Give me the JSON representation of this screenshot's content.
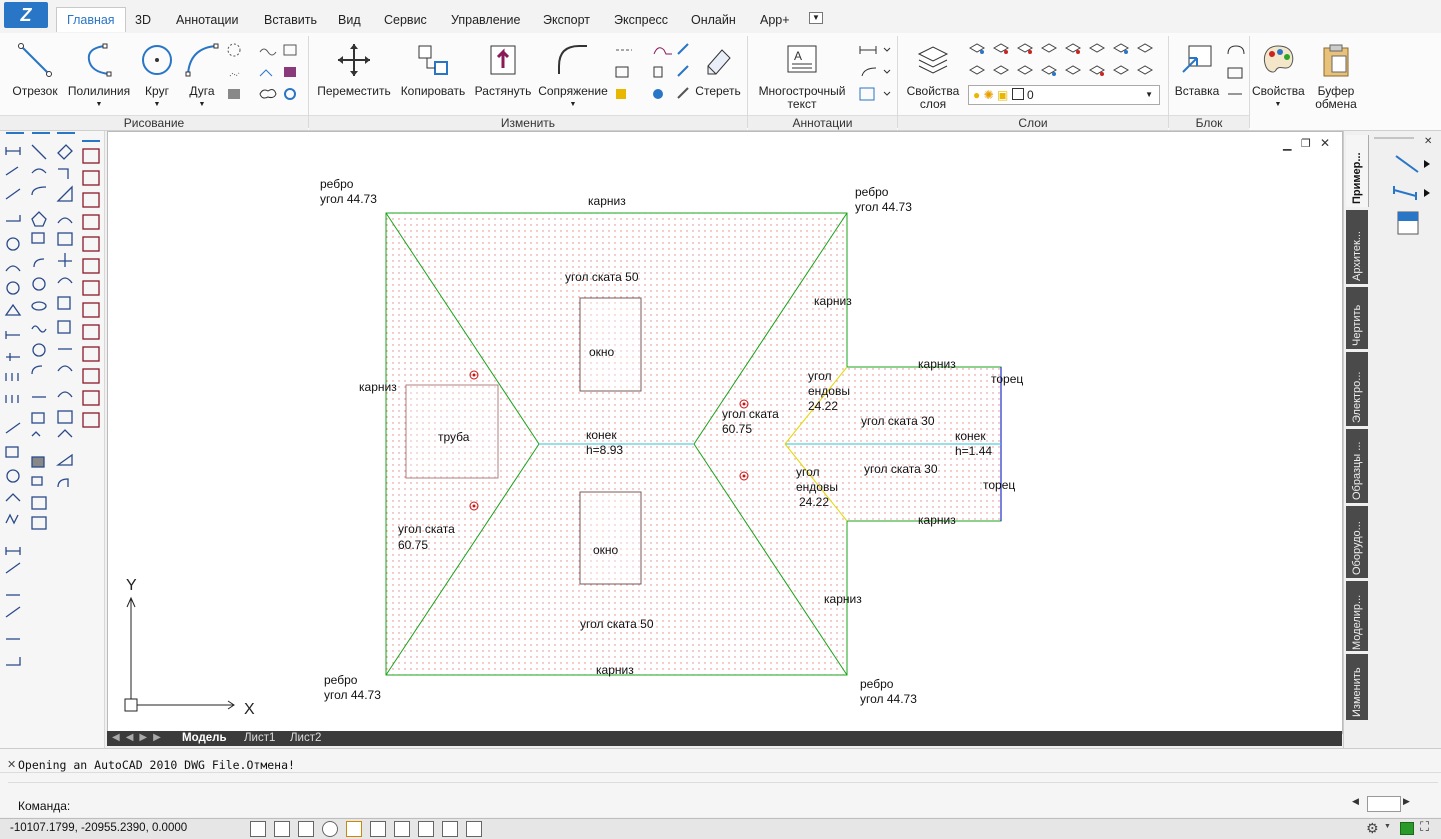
{
  "ribbon_tabs": [
    "Главная",
    "3D",
    "Аннотации",
    "Вставить",
    "Вид",
    "Сервис",
    "Управление",
    "Экспорт",
    "Экспресс",
    "Онлайн",
    "App+"
  ],
  "active_tab": "Главная",
  "draw_panel": {
    "title": "Рисование",
    "line": "Отрезок",
    "polyline": "Полилиния",
    "circle": "Круг",
    "arc": "Дуга"
  },
  "modify_panel": {
    "title": "Изменить",
    "move": "Переместить",
    "copy": "Копировать",
    "stretch": "Растянуть",
    "fillet": "Сопряжение",
    "erase": "Стереть"
  },
  "annot_panel": {
    "title": "Аннотации",
    "mtext_line1": "Многострочный",
    "mtext_line2": "текст"
  },
  "layers_panel": {
    "title": "Слои",
    "props_line1": "Свойства",
    "props_line2": "слоя",
    "current_layer": "0"
  },
  "block_panel": {
    "title": "Блок",
    "insert": "Вставка"
  },
  "properties": "Свойства",
  "clipboard_line1": "Буфер",
  "clipboard_line2": "обмена",
  "drawing": {
    "labels": {
      "rib_tl_1": "ребро",
      "rib_tl_2": "угол 44.73",
      "rib_tr_1": "ребро",
      "rib_tr_2": "угол 44.73",
      "rib_bl_1": "ребро",
      "rib_bl_2": "угол 44.73",
      "rib_br_1": "ребро",
      "rib_br_2": "угол 44.73",
      "eave_top": "карниз",
      "eave_left": "карниз",
      "eave_right_upper": "карниз",
      "eave_right_lower": "карниз",
      "eave_bottom": "карниз",
      "eave_ext_top": "карниз",
      "eave_ext_bottom": "карниз",
      "slope_top": "угол ската 50",
      "slope_bottom": "угол ската 50",
      "window_top": "окно",
      "window_bottom": "окно",
      "chimney": "труба",
      "ridge_1": "конек",
      "ridge_2": "h=8.93",
      "slope_right_1": "угол ската",
      "slope_right_2": "60.75",
      "slope_left_1": "угол ската",
      "slope_left_2": "60.75",
      "valley_top_1": "угол",
      "valley_top_2": "ендовы",
      "valley_top_3": "24.22",
      "valley_bot_1": "угол",
      "valley_bot_2": "ендовы",
      "valley_bot_3": "24.22",
      "slope30_top": "угол ската 30",
      "slope30_bottom": "угол ската 30",
      "ridge_ext_1": "конек",
      "ridge_ext_2": "h=1.44",
      "gable_top": "торец",
      "gable_bottom": "торец"
    },
    "axis_y": "Y",
    "axis_x": "X"
  },
  "layout_tabs": [
    "Модель",
    "Лист1",
    "Лист2"
  ],
  "palette_tabs": [
    "Пример...",
    "Архитек...",
    "Чертить",
    "Электро...",
    "Образцы ...",
    "Оборудо...",
    "Моделир...",
    "Изменить"
  ],
  "command": {
    "history": "Opening an AutoCAD 2010 DWG File.Отмена!",
    "prompt": "Команда:"
  },
  "status": {
    "coordinates": "-10107.1799, -20955.2390, 0.0000"
  },
  "colors": {
    "accent": "#2a76c6",
    "outline": "#1aa31a",
    "ridge": "#27c4d9",
    "valley": "#e6d800",
    "gable": "#2030c8",
    "hatch": "#e08080"
  }
}
